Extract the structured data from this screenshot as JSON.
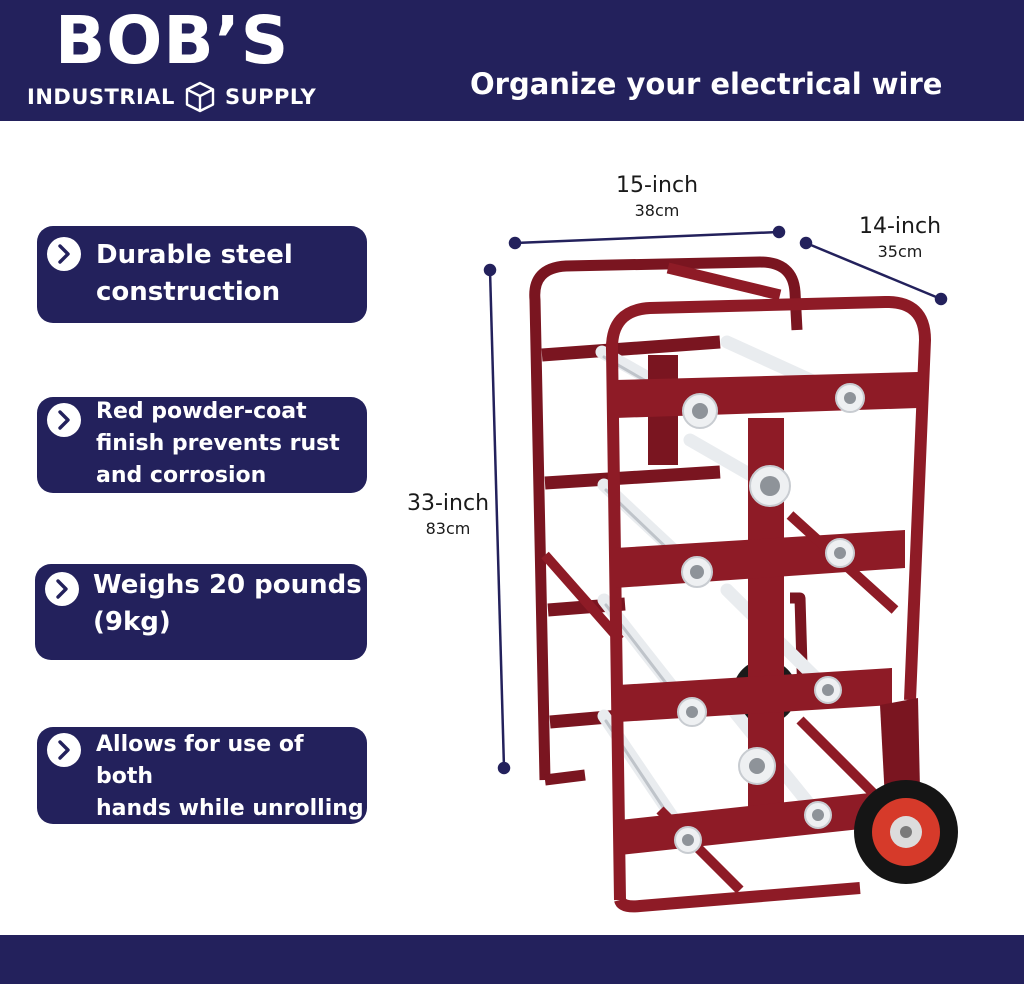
{
  "brand": {
    "name": "BOB’S",
    "sub_left": "INDUSTRIAL",
    "sub_right": "SUPPLY",
    "logo_icon": "box-icon"
  },
  "tagline": "Organize your electrical wire",
  "features": [
    {
      "text": "Durable steel\nconstruction",
      "icon": "chevron-right-icon"
    },
    {
      "text": "Red powder-coat\nfinish prevents rust\nand corrosion",
      "icon": "chevron-right-icon"
    },
    {
      "text": "Weighs 20 pounds\n(9kg)",
      "icon": "chevron-right-icon"
    },
    {
      "text": "Allows for use of both\nhands while unrolling\nspools",
      "icon": "chevron-right-icon"
    }
  ],
  "dimensions": {
    "width": {
      "imperial": "15-inch",
      "metric": "38cm"
    },
    "depth": {
      "imperial": "14-inch",
      "metric": "35cm"
    },
    "height": {
      "imperial": "33-inch",
      "metric": "83cm"
    }
  },
  "colors": {
    "navy": "#23215c",
    "cart_red": "#8e1b26",
    "rod_white": "#e9ecef",
    "wheel_hub": "#d63a2a"
  }
}
